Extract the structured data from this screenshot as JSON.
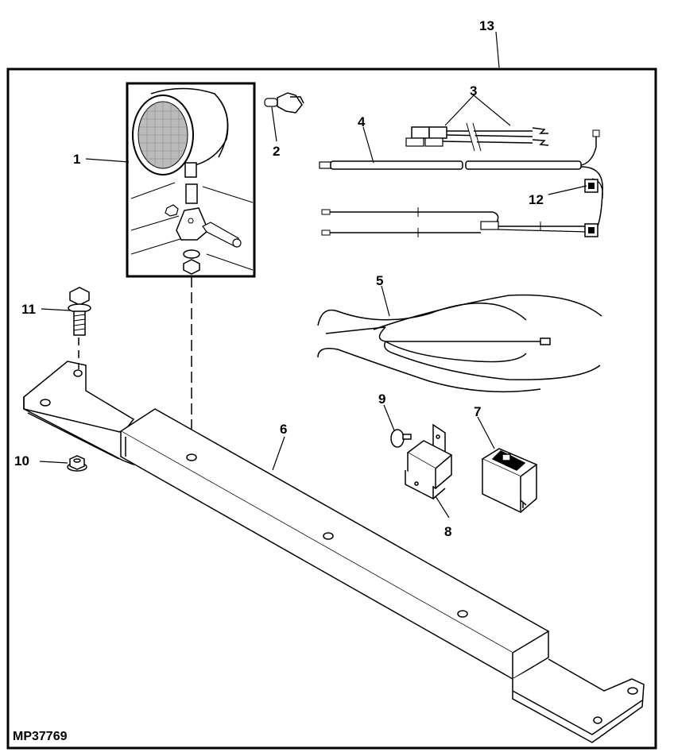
{
  "figure": {
    "id": "MP37769",
    "callouts": {
      "c1": "1",
      "c2": "2",
      "c3": "3",
      "c4": "4",
      "c5": "5",
      "c6": "6",
      "c7": "7",
      "c8": "8",
      "c9": "9",
      "c10": "10",
      "c11": "11",
      "c12": "12",
      "c13": "13"
    },
    "parts": [
      {
        "callout": "1",
        "icon": "work-light-icon"
      },
      {
        "callout": "2",
        "icon": "bulb-socket-icon"
      },
      {
        "callout": "3",
        "icon": "connector-pair-icon"
      },
      {
        "callout": "4",
        "icon": "main-harness-icon"
      },
      {
        "callout": "5",
        "icon": "wire-lead-icon"
      },
      {
        "callout": "6",
        "icon": "mounting-bracket-icon"
      },
      {
        "callout": "7",
        "icon": "rocker-switch-icon"
      },
      {
        "callout": "8",
        "icon": "relay-icon"
      },
      {
        "callout": "9",
        "icon": "rivet-icon"
      },
      {
        "callout": "10",
        "icon": "flange-nut-icon"
      },
      {
        "callout": "11",
        "icon": "flange-bolt-icon"
      },
      {
        "callout": "12",
        "icon": "harness-connector-icon"
      },
      {
        "callout": "13",
        "icon": "kit-frame-icon"
      }
    ],
    "colors": {
      "line": "#000000",
      "background": "#ffffff",
      "lens": "#bbbbbb"
    }
  }
}
